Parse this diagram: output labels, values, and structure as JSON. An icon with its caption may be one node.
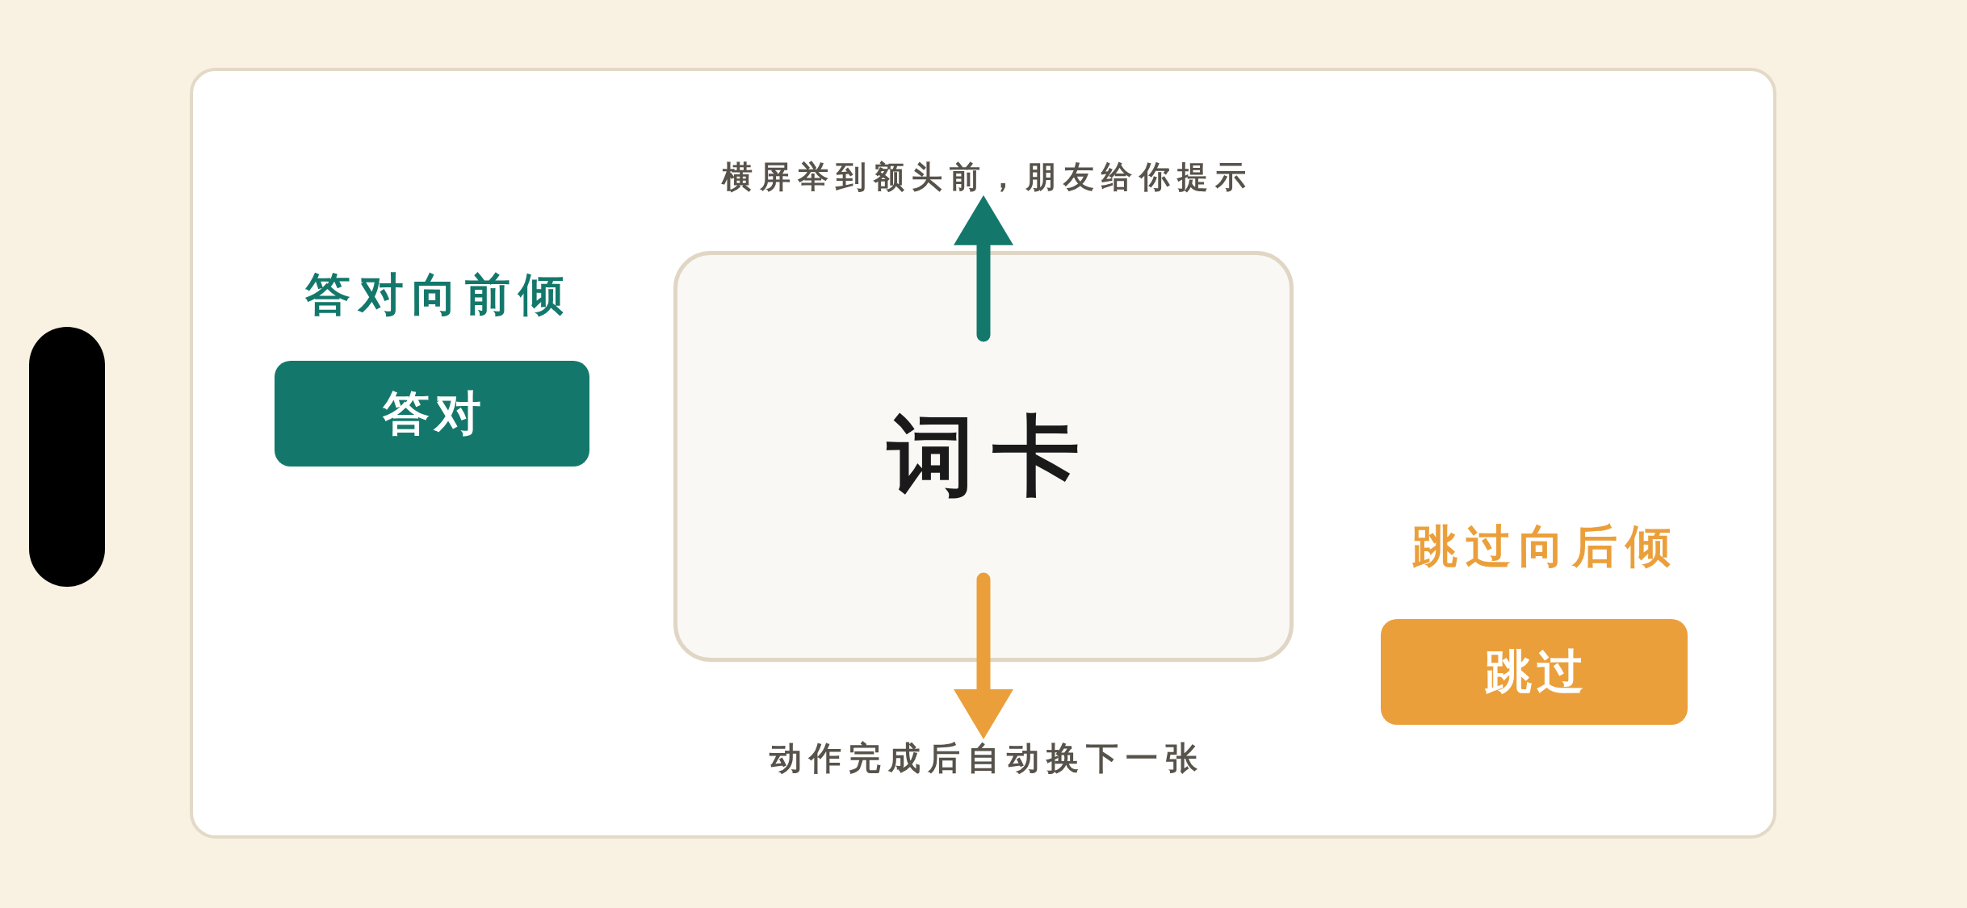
{
  "diagram": {
    "nodes": [
      {
        "text": [
          "横屏举到额头前，朋友给你提示"
        ]
      },
      {
        "text": [
          "词卡"
        ]
      },
      {
        "text": [
          "答对"
        ],
        "beside": [
          "答对向前倾"
        ]
      },
      {
        "text": [
          "跳过"
        ],
        "beside": [
          "跳过向后倾"
        ]
      },
      {
        "text": [
          "动作完成后自动换下一张"
        ]
      }
    ],
    "edges": [
      {
        "from": 1,
        "to": 0,
        "arrow": "to",
        "color": "#13786b"
      },
      {
        "from": 1,
        "to": 4,
        "arrow": "to",
        "color": "#eb9f3a"
      }
    ]
  }
}
